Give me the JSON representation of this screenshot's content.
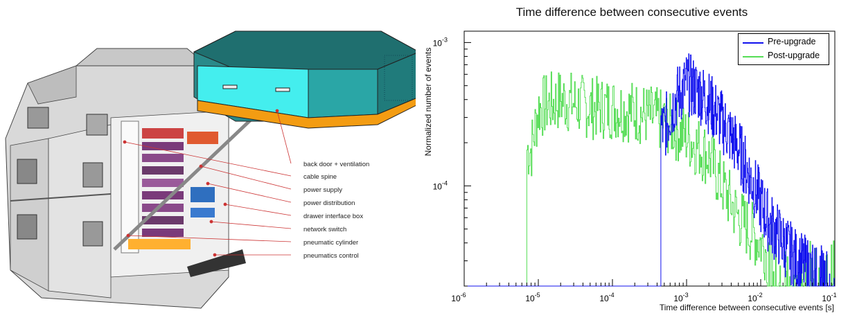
{
  "left_figure": {
    "callouts": [
      "back door + ventilation",
      "cable spine",
      "power supply",
      "power distribution",
      "drawer interface box",
      "network switch",
      "pneumatic cylinder",
      "pneumatics control"
    ]
  },
  "chart_data": {
    "type": "line",
    "title": "Time difference between consecutive events",
    "xlabel": "Time difference between consecutive events [s]",
    "ylabel": "Normalized number of events",
    "xscale": "log",
    "yscale": "log",
    "xlim": [
      1e-06,
      0.1
    ],
    "ylim": [
      2e-05,
      0.0012
    ],
    "xticks": [
      "10^{-6}",
      "10^{-5}",
      "10^{-4}",
      "10^{-3}",
      "10^{-2}",
      "10^{-1}"
    ],
    "yticks": [
      "10^{-4}",
      "10^{-3}"
    ],
    "legend_position": "top-right",
    "series": [
      {
        "name": "Pre-upgrade",
        "color": "#1010ee",
        "onset_x": 0.00045,
        "points": [
          [
            0.0005,
            0.00025
          ],
          [
            0.0007,
            0.0004
          ],
          [
            0.001,
            0.00052
          ],
          [
            0.0015,
            0.00045
          ],
          [
            0.002,
            0.00038
          ],
          [
            0.003,
            0.00028
          ],
          [
            0.005,
            0.00018
          ],
          [
            0.008,
            0.0001
          ],
          [
            0.012,
            6e-05
          ],
          [
            0.02,
            4e-05
          ],
          [
            0.03,
            3e-05
          ],
          [
            0.05,
            2.5e-05
          ],
          [
            0.08,
            2.2e-05
          ]
        ]
      },
      {
        "name": "Post-upgrade",
        "color": "#55dd55",
        "onset_x": 7e-06,
        "points": [
          [
            8e-06,
            0.00018
          ],
          [
            1e-05,
            0.00035
          ],
          [
            2e-05,
            0.0004
          ],
          [
            5e-05,
            0.00035
          ],
          [
            0.0001,
            0.00035
          ],
          [
            0.0002,
            0.00033
          ],
          [
            0.0005,
            0.00028
          ],
          [
            0.001,
            0.00022
          ],
          [
            0.002,
            0.00016
          ],
          [
            0.003,
            0.0001
          ],
          [
            0.005,
            6e-05
          ],
          [
            0.01,
            4e-05
          ],
          [
            0.02,
            2.5e-05
          ]
        ]
      }
    ]
  }
}
